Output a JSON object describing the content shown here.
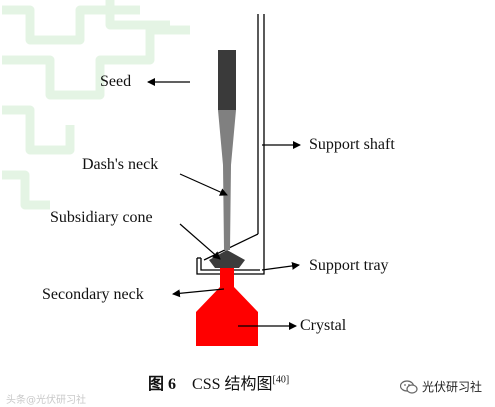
{
  "diagram": {
    "labels": {
      "seed": "Seed",
      "dash_neck": "Dash's neck",
      "subsidiary_cone": "Subsidiary cone",
      "secondary_neck": "Secondary neck",
      "support_shaft": "Support shaft",
      "support_tray": "Support tray",
      "crystal": "Crystal"
    },
    "colors": {
      "seed": "#3a3a3a",
      "neck": "#808080",
      "cone": "#3c3c3c",
      "crystal": "#ff0000",
      "background_pattern": "#e4f4e4"
    }
  },
  "caption": {
    "figure_number": "图 6",
    "text": "CSS 结构图",
    "citation": "[40]"
  },
  "watermarks": {
    "left_text": "头条@光伏研习社",
    "right_text": "光伏研习社",
    "right_icon": "wechat-icon"
  }
}
